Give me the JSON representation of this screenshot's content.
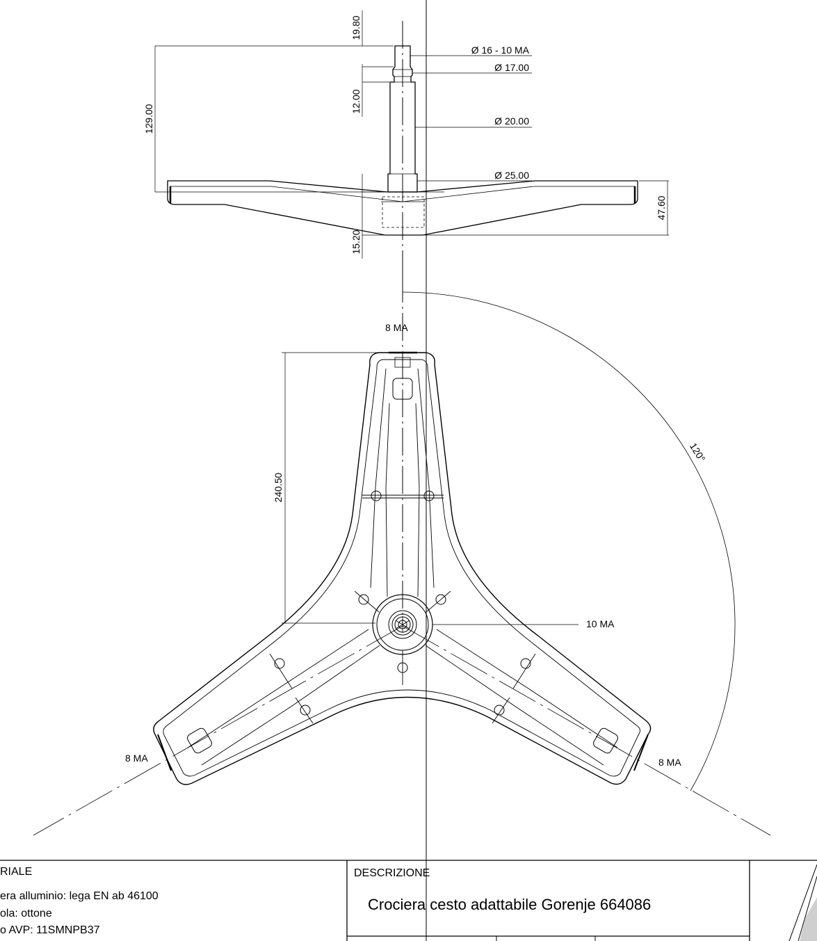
{
  "drawing": {
    "side_view": {
      "dims": {
        "top_cap": "19.80",
        "overall_height": "129.00",
        "shaft_step": "12.00",
        "hub_depth": "15.20",
        "arm_height": "47.60"
      },
      "diameters": {
        "tip": "Ø 16 - 10 MA",
        "d17": "Ø 17.00",
        "d20": "Ø 20.00",
        "d25": "Ø 25.00"
      }
    },
    "top_view": {
      "arm_length": "240.50",
      "angle": "120°",
      "thread_top": "8 MA",
      "thread_left": "8 MA",
      "thread_right": "8 MA",
      "thread_center": "10 MA"
    }
  },
  "title_block": {
    "material_header": "RIALE",
    "material_lines": [
      "era alluminio: lega EN ab 46100",
      "ola: ottone",
      "o AVP: 11SMNPB37"
    ],
    "description_header": "DESCRIZIONE",
    "description": "Crociera cesto adattabile Gorenje 664086"
  }
}
